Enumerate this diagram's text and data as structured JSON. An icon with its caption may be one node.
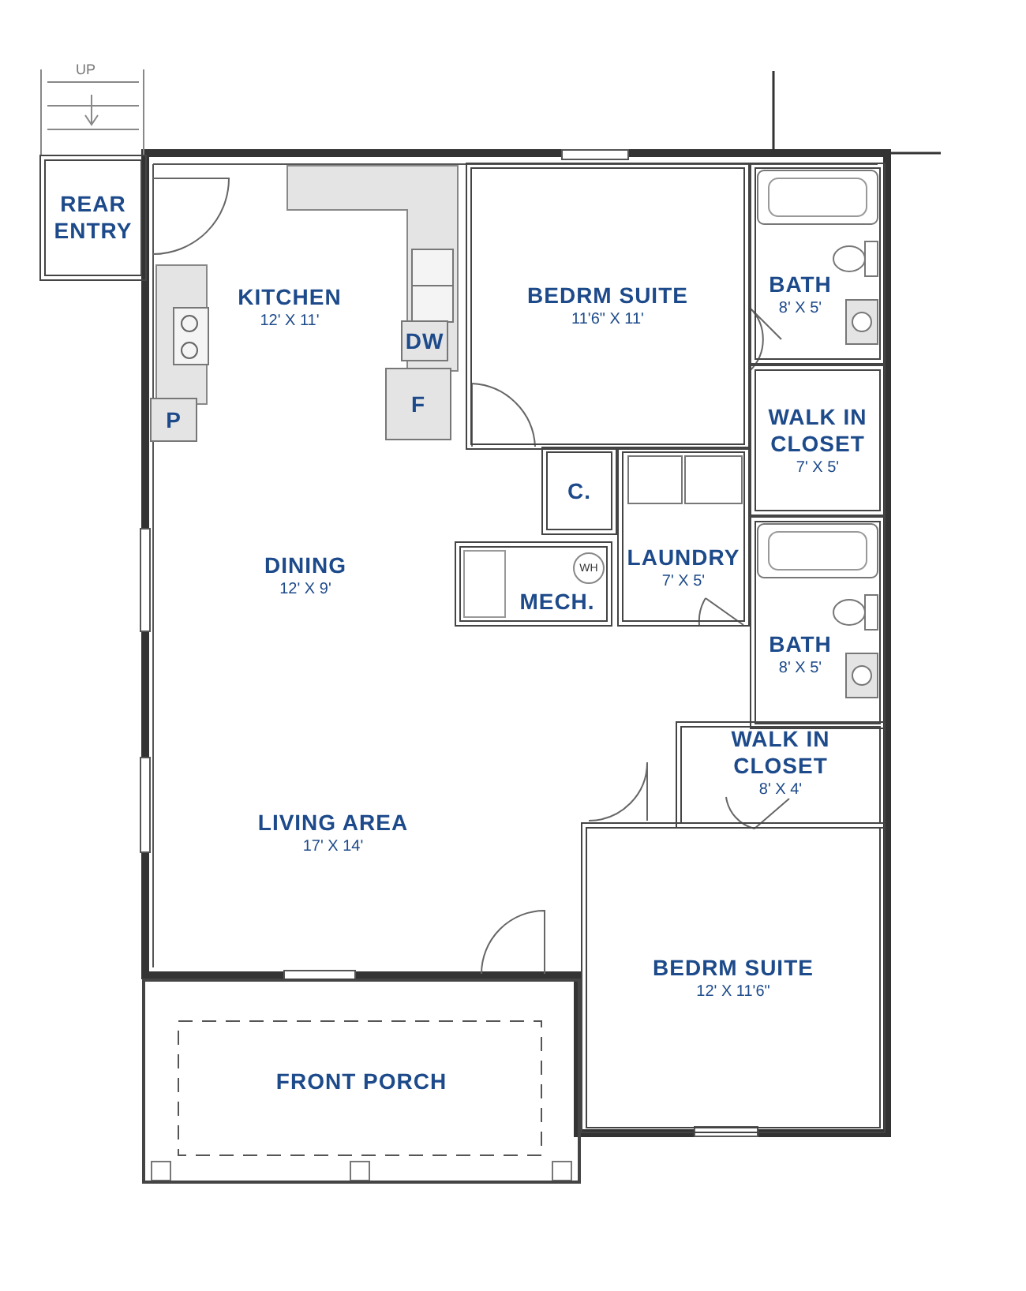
{
  "diagram": {
    "nodes": [
      {
        "text": [
          "REAR ENTRY"
        ]
      },
      {
        "text": [
          "KITCHEN",
          "12' X 11'"
        ]
      },
      {
        "text": [
          "BEDRM SUITE",
          "11'6\" X 11'"
        ]
      },
      {
        "text": [
          "BATH",
          "8' X 5'"
        ]
      },
      {
        "text": [
          "DW"
        ],
        "in": 1
      },
      {
        "text": [
          "F"
        ],
        "in": 1
      },
      {
        "text": [
          "P"
        ],
        "in": 1
      },
      {
        "text": [
          "WALK IN CLOSET",
          "7' X 5'"
        ]
      },
      {
        "text": [
          "C."
        ]
      },
      {
        "text": [
          "LAUNDRY",
          "7' X 5'"
        ]
      },
      {
        "text": [
          "DINING",
          "12' X 9'"
        ]
      },
      {
        "text": [
          "MECH."
        ]
      },
      {
        "text": [
          "WH"
        ],
        "in": 11
      },
      {
        "text": [
          "BATH",
          "8' X 5'"
        ]
      },
      {
        "text": [
          "WALK IN CLOSET",
          "8' X 4'"
        ]
      },
      {
        "text": [
          "LIVING AREA",
          "17' X 14'"
        ]
      },
      {
        "text": [
          "BEDRM SUITE",
          "12' X 11'6\""
        ]
      },
      {
        "text": [
          "FRONT PORCH"
        ]
      }
    ],
    "labels": [
      "UP"
    ]
  }
}
